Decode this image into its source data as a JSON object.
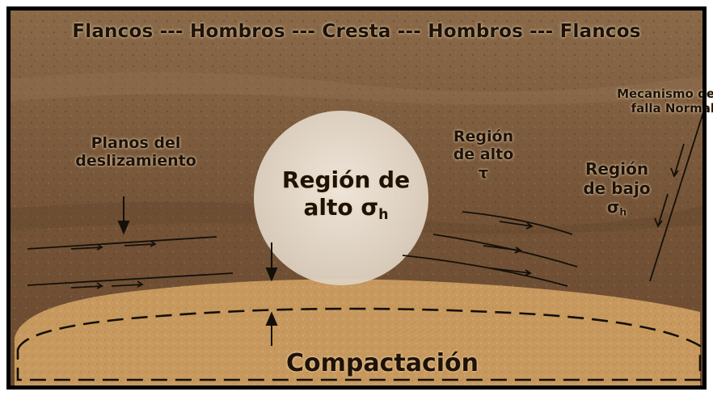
{
  "header": {
    "title": "Flancos --- Hombros --- Cresta --- Hombros --- Flancos"
  },
  "labels": {
    "planos": [
      "Planos del",
      "deslizamiento"
    ],
    "alto_sigma_line1": "Región de",
    "alto_sigma_line2_text": "alto ",
    "alto_sigma_symbol": "σ",
    "alto_sigma_sub": "h",
    "alto_tau_line1": "Región",
    "alto_tau_line2": "de alto",
    "alto_tau_symbol": "τ",
    "bajo_sigma_line1": "Región",
    "bajo_sigma_line2": "de bajo",
    "bajo_sigma_symbol": "σ",
    "bajo_sigma_sub": "h",
    "mecanismo": [
      "Mecanismo de",
      "falla Normal"
    ],
    "compactacion": "Compactación"
  },
  "colors": {
    "background": "#7a5a3c",
    "compaction_body": "#c7995e",
    "region_circle": "#ede3d6",
    "lines": "#141009"
  }
}
